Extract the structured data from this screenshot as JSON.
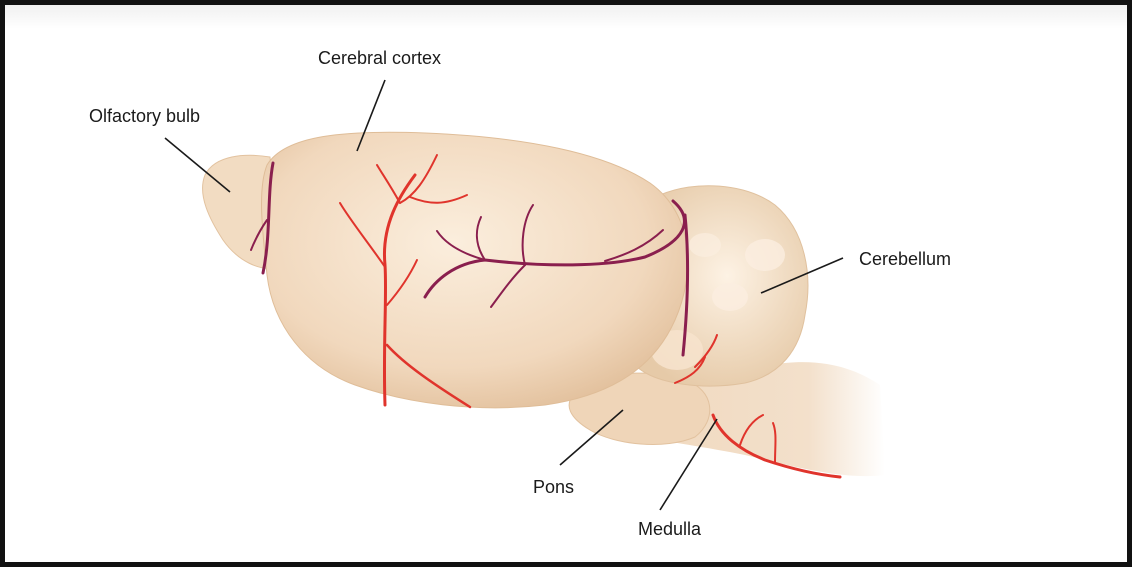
{
  "labels": {
    "cerebral_cortex": "Cerebral cortex",
    "olfactory_bulb": "Olfactory bulb",
    "cerebellum": "Cerebellum",
    "pons": "Pons",
    "medulla": "Medulla"
  },
  "colors": {
    "tissue": "#f4e0c8",
    "tissue_shade": "#e8c8a6",
    "artery": "#e0342c",
    "vein": "#8a1f4e",
    "leader_line": "#1a1a1a"
  }
}
